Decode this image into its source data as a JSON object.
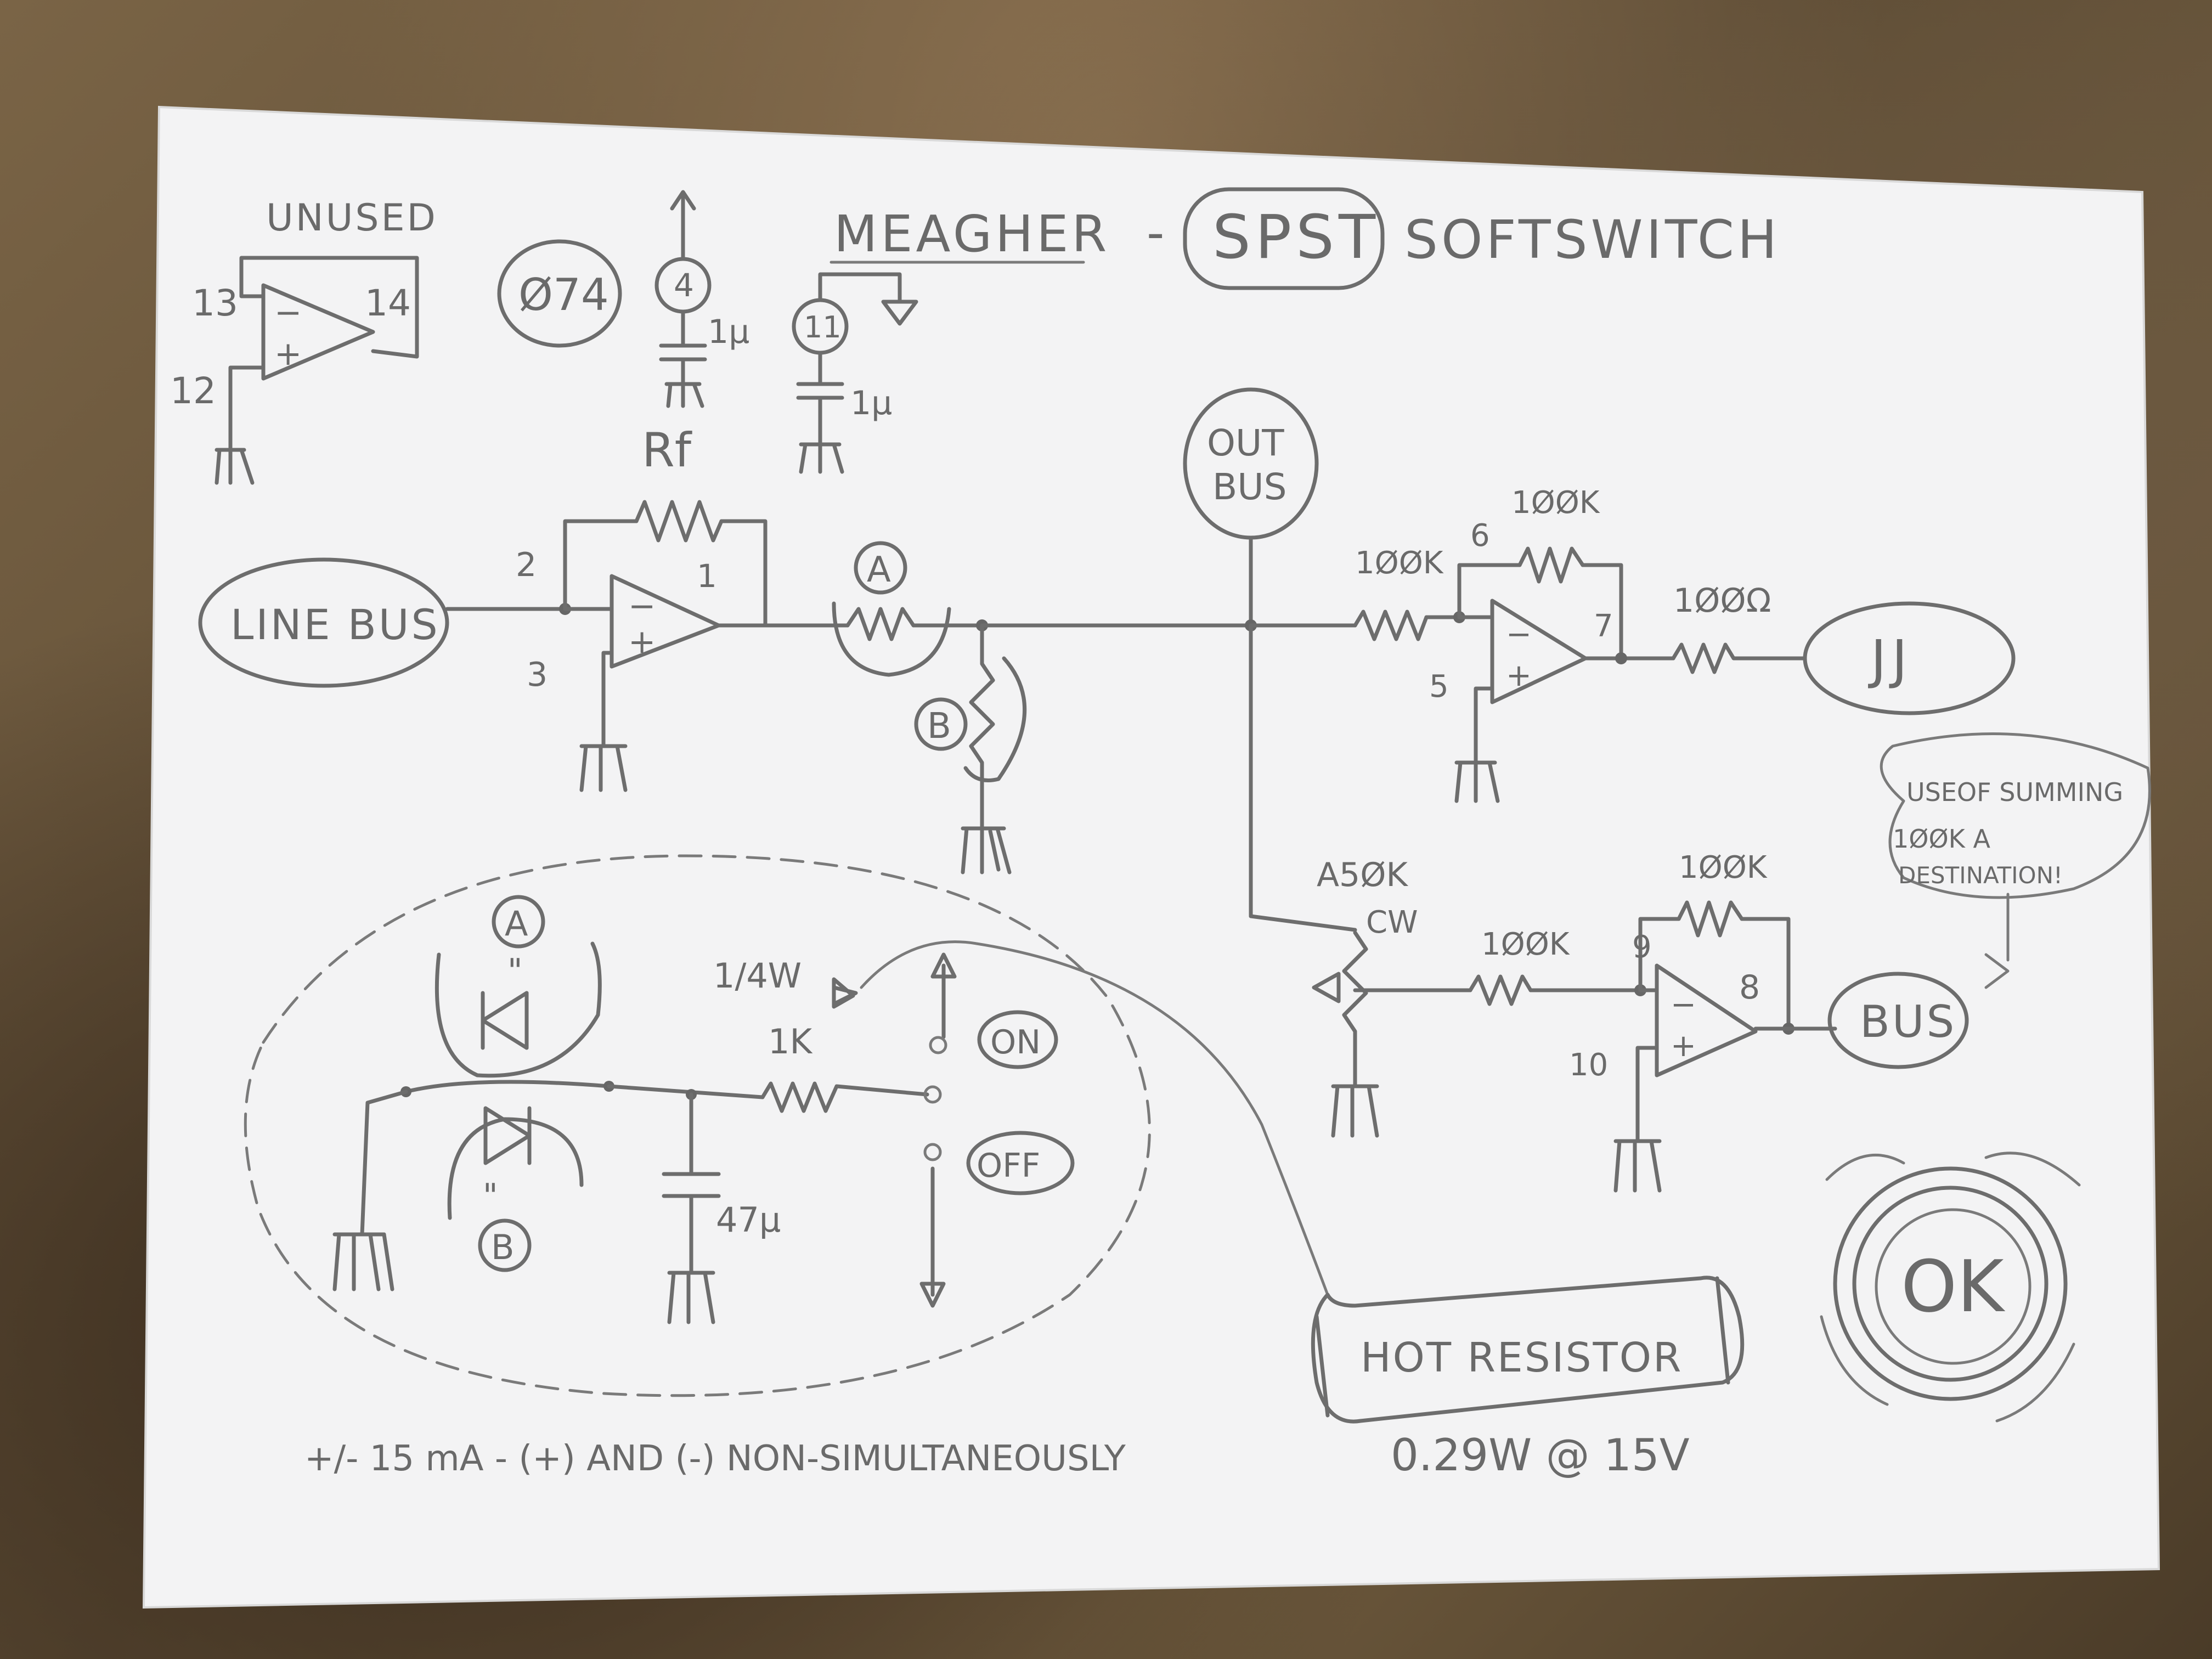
{
  "header": {
    "title": "MEAGHER",
    "dash": "-",
    "spst": "SPST",
    "subtitle": "SOFTSWITCH"
  },
  "chip": {
    "unused": "UNUSED",
    "pin13": "13",
    "pin14": "14",
    "pin12": "12",
    "part": "Ø74",
    "pin4": "4",
    "cap1": "1μ",
    "pin11": "11",
    "cap2": "1μ"
  },
  "input_stage": {
    "bus_label": "LINE BUS",
    "rf_label": "Rf",
    "pin2": "2",
    "pin3": "3",
    "pin1": "1",
    "led_a": "A",
    "led_b": "B"
  },
  "output": {
    "out_bus": [
      "OUT",
      "BUS"
    ],
    "r_in": "1ØØK",
    "r_fb": "1ØØK",
    "pin6": "6",
    "pin7": "7",
    "pin5": "5",
    "r_out": "1ØØΩ",
    "jack": "JJ"
  },
  "summing": {
    "note": [
      "USEOF SUMMING",
      "1ØØK A",
      "DESTINATION!"
    ],
    "pot": "A5ØK",
    "pot_dir": "CW",
    "r_in": "1ØØK",
    "r_fb": "1ØØK",
    "pin9": "9",
    "pin8": "8",
    "pin10": "10",
    "bus": "BUS"
  },
  "switch_detail": {
    "led_a": "A",
    "led_a_quote": "\"",
    "led_b": "B",
    "led_b_quote": "\"",
    "power": "1/4W",
    "resistor": "1K",
    "cap": "47μ",
    "on": "ON",
    "off": "OFF",
    "footnote": "+/- 15 mA - (+) AND (-) NON-SIMULTANEOUSLY"
  },
  "hot_resistor": {
    "label": "HOT RESISTOR",
    "rating": "0.29W @ 15V"
  },
  "ok": "OK"
}
